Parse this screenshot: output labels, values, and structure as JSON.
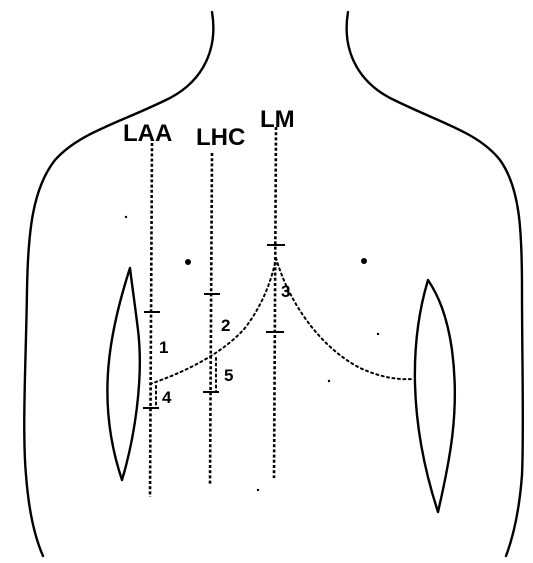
{
  "lines": {
    "laa": "LAA",
    "lhc": "LHC",
    "lm": "LM"
  },
  "measurements": {
    "m1": "1",
    "m2": "2",
    "m3": "3",
    "m4": "4",
    "m5": "5"
  }
}
